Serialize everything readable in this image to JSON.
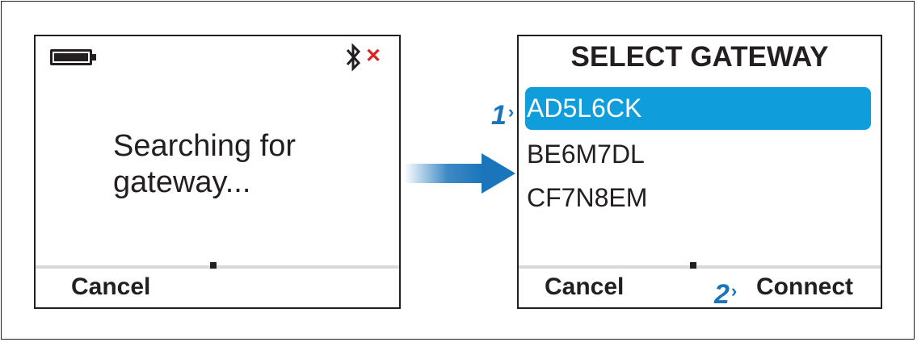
{
  "left_screen": {
    "status_icons": [
      "battery-full-icon",
      "bluetooth-icon",
      "disconnected-x-icon"
    ],
    "message": "Searching for gateway...",
    "softkey_left": "Cancel"
  },
  "right_screen": {
    "title": "SELECT GATEWAY",
    "gateways": [
      "AD5L6CK",
      "BE6M7DL",
      "CF7N8EM"
    ],
    "selected_index": 0,
    "softkey_left": "Cancel",
    "softkey_right": "Connect"
  },
  "steps": [
    {
      "number": "1"
    },
    {
      "number": "2"
    }
  ],
  "colors": {
    "accent": "#0f9ddb",
    "step": "#1b75bb",
    "disconnected": "#e02020",
    "ink": "#231f20"
  }
}
